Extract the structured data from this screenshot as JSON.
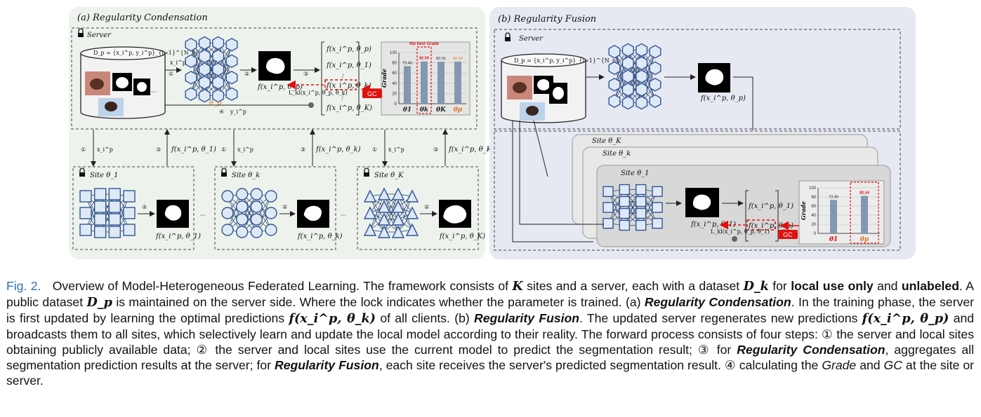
{
  "panel_a": {
    "title": "(a) Regularity Condensation",
    "server_label": "Server",
    "dataset": "D_p = {x_i^p, y_i^p}_{i=1}^{N_p}",
    "step1": "①",
    "step2": "②",
    "step3": "③",
    "step4": "④",
    "xip": "x_i^p",
    "yip": "y_i^p",
    "theta_p": "θ_p",
    "f_theta_p": "f(x_i^p, θ_p)",
    "f_theta_1": "f(x_i^p, θ_1)",
    "f_theta_k": "f(x_i^p, θ_k)",
    "f_theta_K": "f(x_i^p, θ_K)",
    "dots": "⋮",
    "kl": "L_kl(x_i^p, θ_p, θ_k)",
    "gc": "GC",
    "best_grade": "the best Grade",
    "grade": "Grade",
    "site_1": "Site θ_1",
    "site_k": "Site θ_k",
    "site_K": "Site θ_K",
    "ellipsis": "···"
  },
  "panel_b": {
    "title": "(b) Regularity Fusion",
    "server_label": "Server",
    "dataset": "D_p = {x_i^p, y_i^p}_{i=1}^{N_p}",
    "f_theta_p": "f(x_i^p, θ_p)",
    "f_theta_1": "f(x_i^p, θ_1)",
    "site_K": "Site θ_K",
    "site_k": "Site θ_k",
    "site_1": "Site θ_1",
    "kl": "L_kl(x_i^p, θ_p, θ_1)",
    "gc": "GC",
    "grade": "Grade"
  },
  "chart_data": [
    {
      "type": "bar",
      "title": "the best Grade",
      "ylabel": "Grade",
      "ylim": [
        0,
        100
      ],
      "yticks": [
        "0",
        "20",
        "40",
        "60",
        "80",
        "100"
      ],
      "categories": [
        "θ_1",
        "θ_k",
        "θ_K",
        "θ_p"
      ],
      "values": [
        73.46,
        82.59,
        82.01,
        82.34
      ],
      "highlight": "θ_k"
    },
    {
      "type": "bar",
      "ylabel": "Grade",
      "ylim": [
        0,
        100
      ],
      "yticks": [
        "0",
        "20",
        "40",
        "60",
        "80",
        "100"
      ],
      "categories": [
        "θ_1",
        "θ_p"
      ],
      "values": [
        73.46,
        82.34
      ],
      "highlight": "θ_p"
    }
  ],
  "caption": {
    "fig_label": "Fig. 2.",
    "p1": "Overview of Model-Heterogeneous Federated Learning. The framework consists of",
    "m_K": "K",
    "p2": "sites and a server, each with a dataset",
    "m_Dk": "D_k",
    "p3": "for",
    "b_local": "local use only",
    "p4": "and",
    "b_unlabeled": "unlabeled",
    "p5": ". A public dataset",
    "m_Dp": "D_p",
    "p6": "is maintained on the server side. Where the lock indicates whether the parameter is trained. (a)",
    "bi_cond": "Regularity Condensation",
    "p7": ". In the training phase, the server is first updated by learning the optimal predictions",
    "m_fk": "f(x_i^p, θ_k)",
    "p8": "of all clients. (b)",
    "bi_fusion": "Regularity Fusion",
    "p9": ". The updated server regenerates new predictions",
    "m_fp": "f(x_i^p, θ_p)",
    "p10": "and broadcasts them to all sites, which selectively learn and update the local model according to their reality. The forward process consists of four steps: ① the server and local sites obtaining publicly available data; ② the server and local sites use the current model to predict the segmentation result; ③ for",
    "bi_cond2": "Regularity Condensation",
    "p11": ", aggregates all segmentation prediction results at the server; for",
    "bi_fusion2": "Regularity Fusion",
    "p12": ", each site receives the server's predicted segmentation result. ④ calculating the",
    "i_grade": "Grade",
    "p13": "and",
    "i_gc": "GC",
    "p14": "at the site or server."
  }
}
